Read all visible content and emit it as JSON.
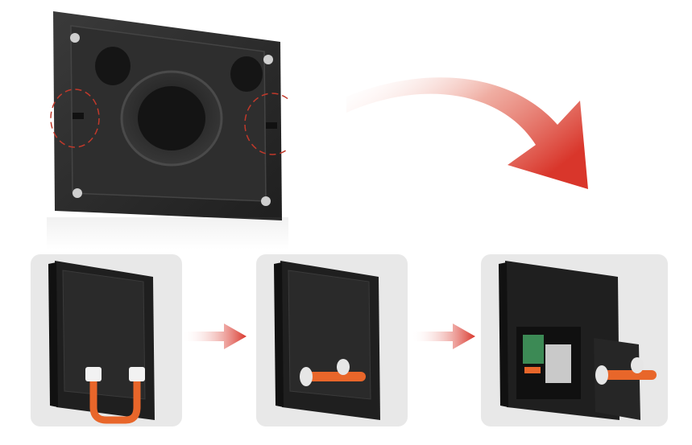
{
  "illustration": {
    "colors": {
      "background": "#ffffff",
      "card_background": "#e8e8e8",
      "panel_body": "#2b2b2b",
      "panel_edge": "#1a1a1a",
      "cable_orange": "#e8662a",
      "connector_white": "#f2f2f2",
      "arrow_red": "#d9362b",
      "dashed_circle": "#c0392b"
    },
    "icons": [
      "curved-arrow-icon",
      "right-arrow-icon",
      "right-arrow-icon"
    ],
    "steps": [
      {
        "name": "cable-connected-u-shape"
      },
      {
        "name": "cable-folded-horizontal"
      },
      {
        "name": "module-open-with-board"
      }
    ]
  }
}
